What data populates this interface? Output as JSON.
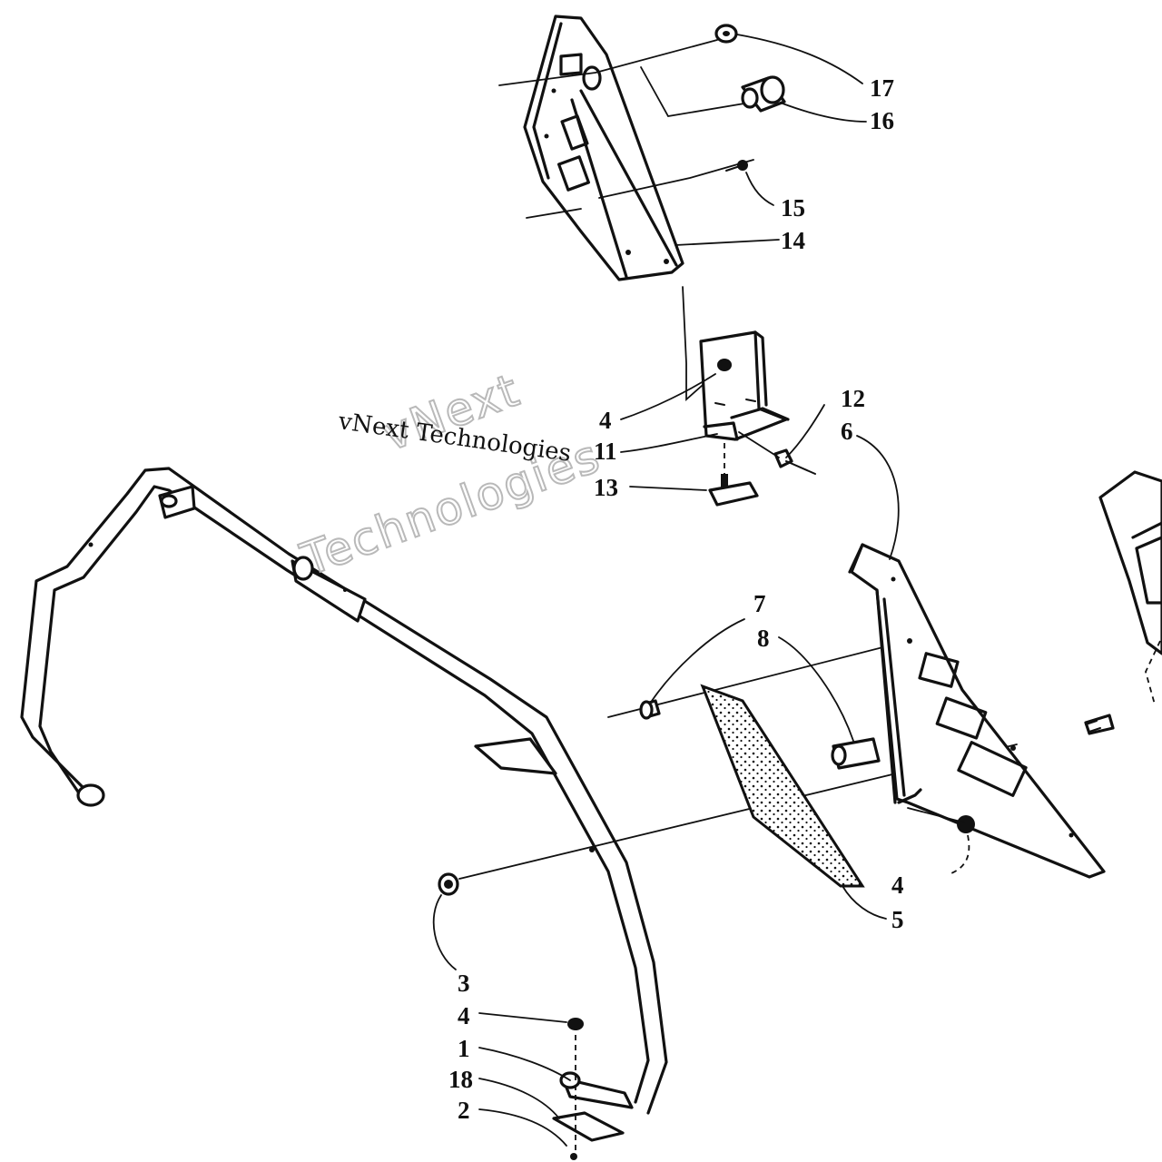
{
  "watermark": {
    "line_small": "vNext Technologies",
    "line_large_1": "vNext",
    "line_large_2": "Technologies"
  },
  "callouts": {
    "c1": "1",
    "c2": "2",
    "c3": "3",
    "c4a": "4",
    "c4b": "4",
    "c4c": "4",
    "c5": "5",
    "c6": "6",
    "c7": "7",
    "c8": "8",
    "c11": "11",
    "c12": "12",
    "c13": "13",
    "c14": "14",
    "c15": "15",
    "c16": "16",
    "c17": "17",
    "c18": "18"
  }
}
